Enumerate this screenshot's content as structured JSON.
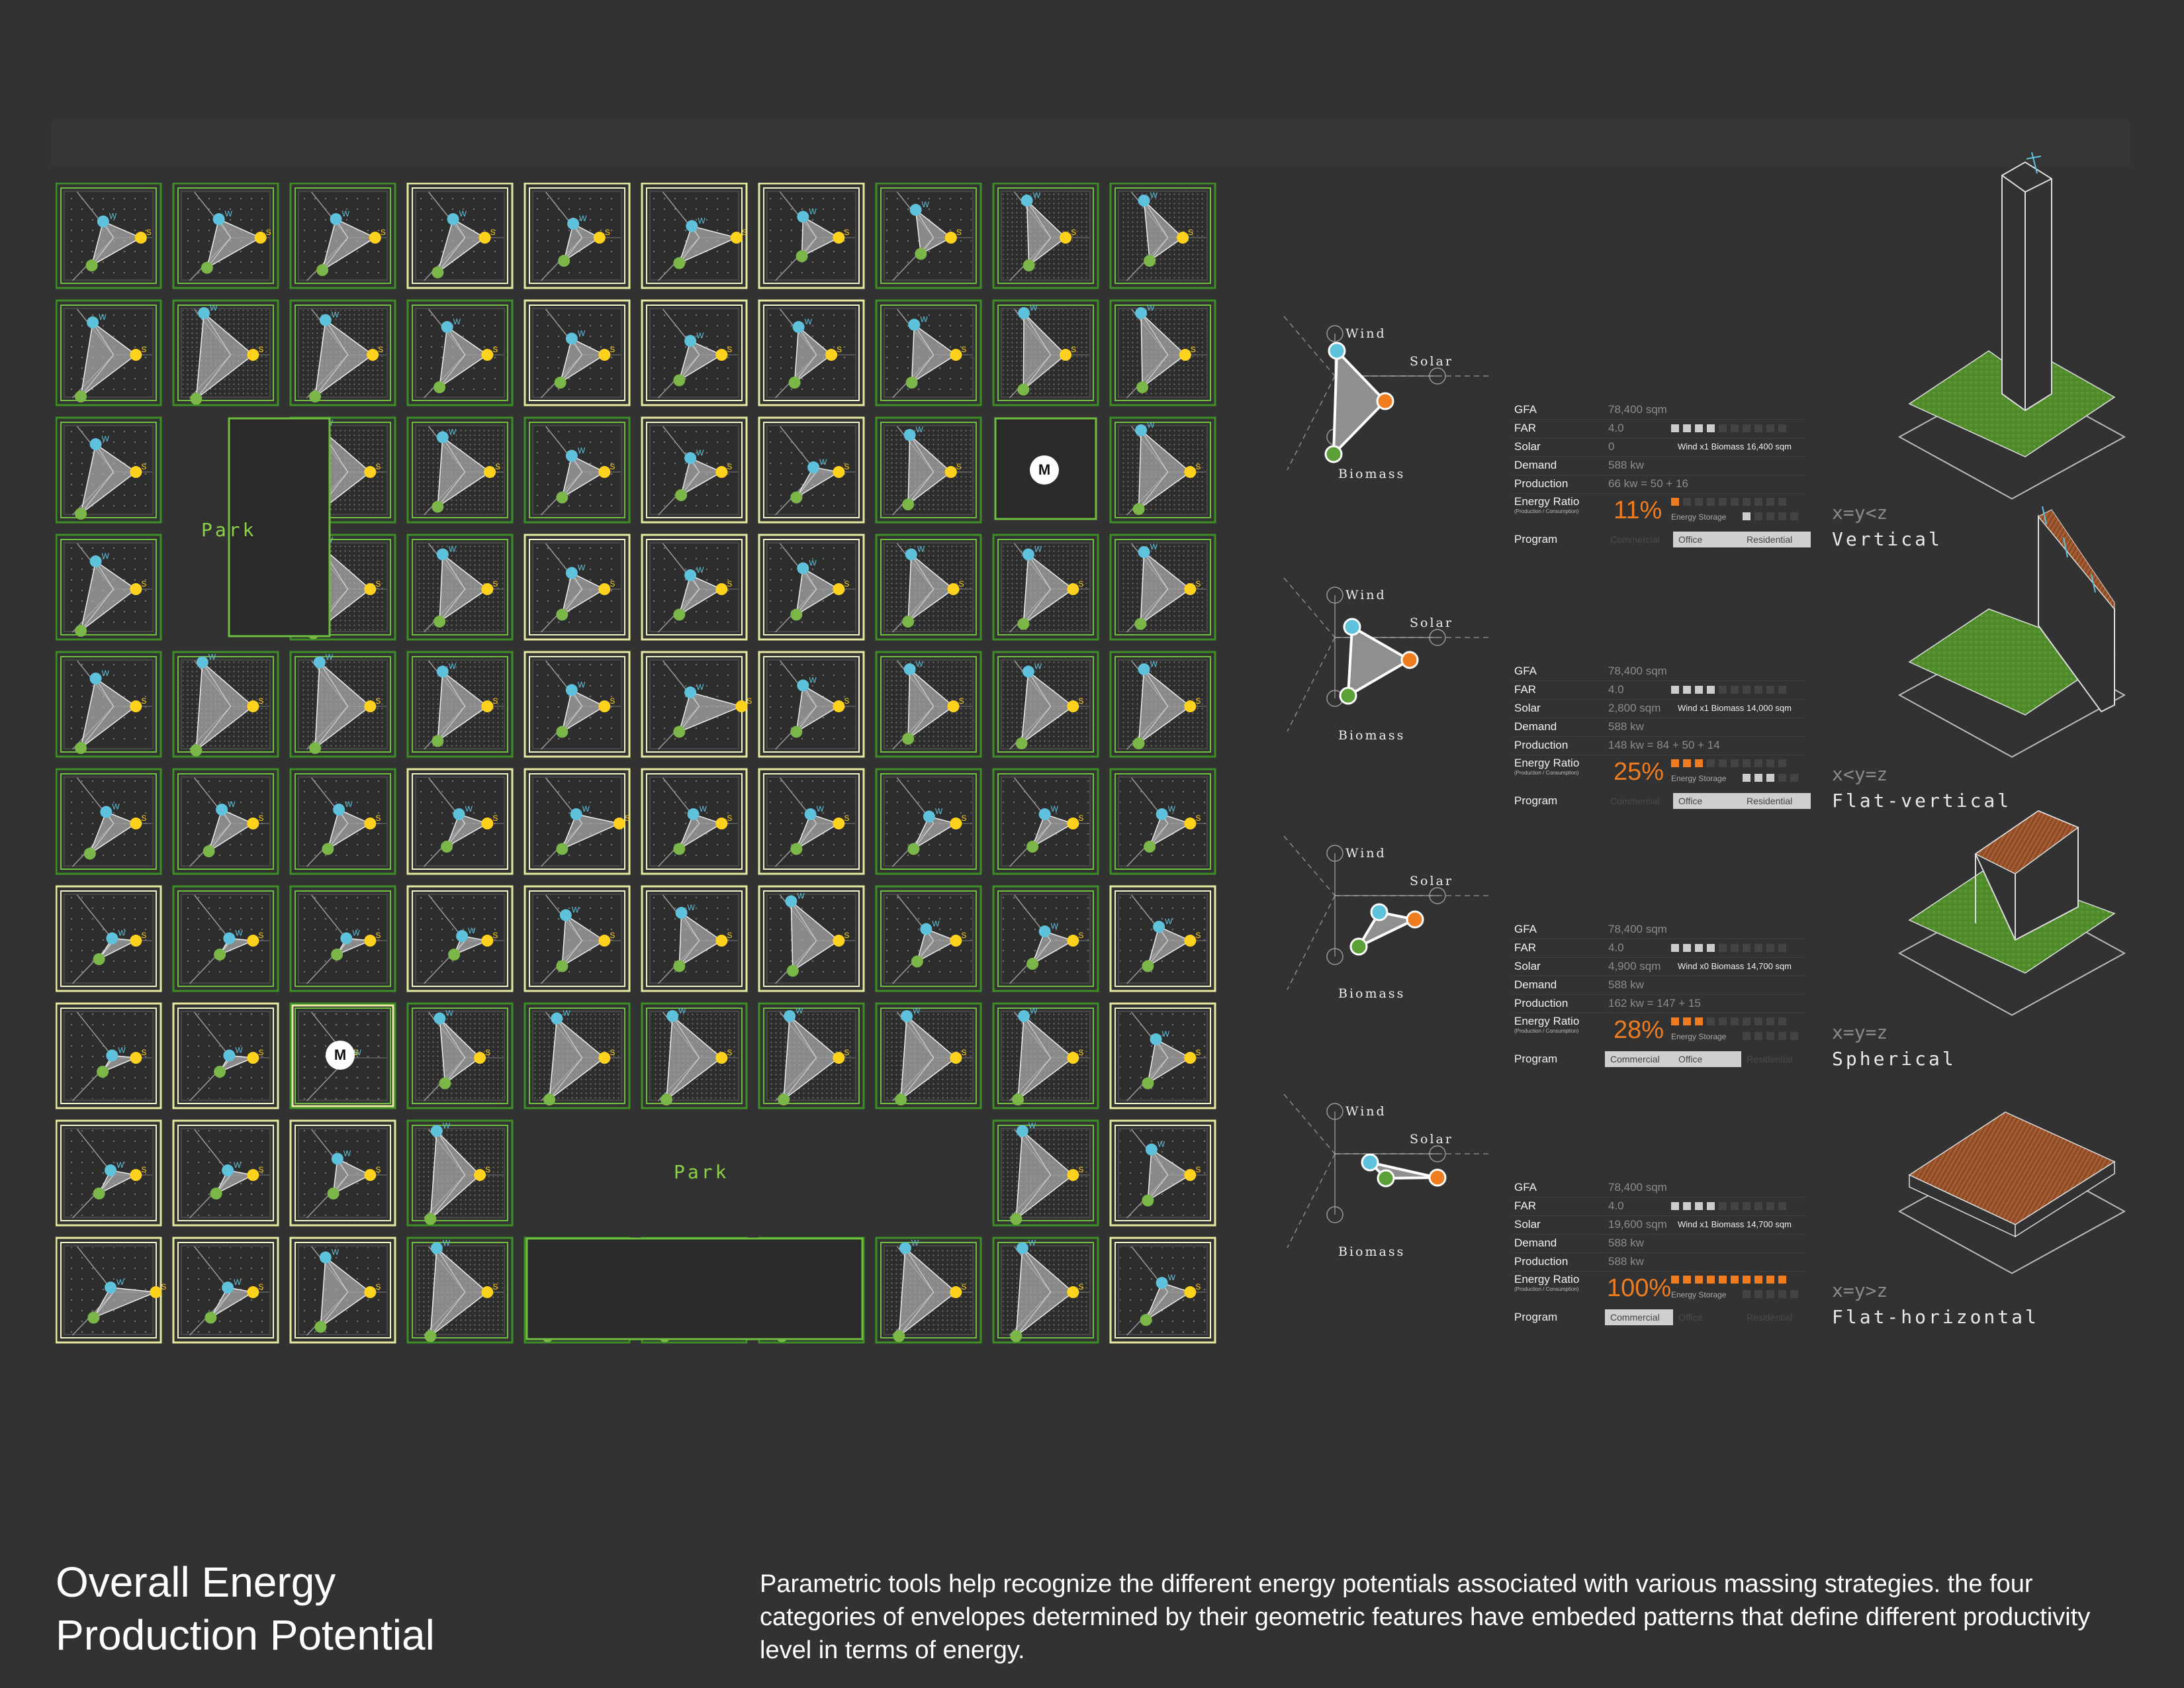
{
  "grid": {
    "park_label": "Park",
    "metro_label": "M",
    "axis_labels": {
      "wind": "W",
      "solar": "S"
    },
    "colors": {
      "wind": "#5fc2dc",
      "solar": "#ffd21e",
      "biomass": "#7ab648",
      "frame_green": "#3d8f25",
      "frame_yellow": "#e6e8a0"
    }
  },
  "strategies": [
    {
      "radar": {
        "wind": "Wind",
        "solar": "Solar",
        "biomass": "Biomass"
      },
      "rows": [
        {
          "key": "GFA",
          "value": "78,400 sqm"
        },
        {
          "key": "FAR",
          "value": "4.0"
        },
        {
          "key": "Solar",
          "value": "0"
        },
        {
          "key": "Demand",
          "value": "588 kw"
        },
        {
          "key": "Production",
          "value": "66 kw = 50 + 16"
        }
      ],
      "mix": "Wind x1 Biomass 16,400 sqm",
      "energy_ratio_label": "Energy Ratio",
      "energy_ratio_sub": "(Production / Consumption)",
      "ratio": "11%",
      "ratio_fraction": 0.11,
      "storage_label": "Energy Storage",
      "storage_level": 1,
      "far_level": 4,
      "program_label": "Program",
      "program": [
        {
          "label": "Commercial",
          "on": false
        },
        {
          "label": "Office",
          "on": true
        },
        {
          "label": "Residential",
          "on": true
        }
      ],
      "formula": "x=y<z",
      "name": "Vertical"
    },
    {
      "radar": {
        "wind": "Wind",
        "solar": "Solar",
        "biomass": "Biomass"
      },
      "rows": [
        {
          "key": "GFA",
          "value": "78,400 sqm"
        },
        {
          "key": "FAR",
          "value": "4.0"
        },
        {
          "key": "Solar",
          "value": "2,800 sqm"
        },
        {
          "key": "Demand",
          "value": "588 kw"
        },
        {
          "key": "Production",
          "value": "148 kw = 84 + 50 + 14"
        }
      ],
      "mix": "Wind x1 Biomass 14,000 sqm",
      "energy_ratio_label": "Energy Ratio",
      "energy_ratio_sub": "(Production / Consumption)",
      "ratio": "25%",
      "ratio_fraction": 0.25,
      "storage_label": "Energy Storage",
      "storage_level": 3,
      "far_level": 4,
      "program_label": "Program",
      "program": [
        {
          "label": "Commercial",
          "on": false
        },
        {
          "label": "Office",
          "on": true
        },
        {
          "label": "Residential",
          "on": true
        }
      ],
      "formula": "x<y=z",
      "name": "Flat-vertical"
    },
    {
      "radar": {
        "wind": "Wind",
        "solar": "Solar",
        "biomass": "Biomass"
      },
      "rows": [
        {
          "key": "GFA",
          "value": "78,400 sqm"
        },
        {
          "key": "FAR",
          "value": "4.0"
        },
        {
          "key": "Solar",
          "value": "4,900 sqm"
        },
        {
          "key": "Demand",
          "value": "588 kw"
        },
        {
          "key": "Production",
          "value": "162 kw = 147 + 15"
        }
      ],
      "mix": "Wind x0 Biomass 14,700 sqm",
      "energy_ratio_label": "Energy Ratio",
      "energy_ratio_sub": "(Production / Consumption)",
      "ratio": "28%",
      "ratio_fraction": 0.28,
      "storage_label": "Energy Storage",
      "storage_level": 0,
      "far_level": 4,
      "program_label": "Program",
      "program": [
        {
          "label": "Commercial",
          "on": true
        },
        {
          "label": "Office",
          "on": true
        },
        {
          "label": "Residential",
          "on": false
        }
      ],
      "formula": "x=y=z",
      "name": "Spherical"
    },
    {
      "radar": {
        "wind": "Wind",
        "solar": "Solar",
        "biomass": "Biomass"
      },
      "rows": [
        {
          "key": "GFA",
          "value": "78,400 sqm"
        },
        {
          "key": "FAR",
          "value": "4.0"
        },
        {
          "key": "Solar",
          "value": "19,600 sqm"
        },
        {
          "key": "Demand",
          "value": "588 kw"
        },
        {
          "key": "Production",
          "value": "588 kw"
        }
      ],
      "mix": "Wind x1 Biomass 14,700 sqm",
      "energy_ratio_label": "Energy Ratio",
      "energy_ratio_sub": "(Production / Consumption)",
      "ratio": "100%",
      "ratio_fraction": 1.0,
      "storage_label": "Energy Storage",
      "storage_level": 0,
      "far_level": 4,
      "program_label": "Program",
      "program": [
        {
          "label": "Commercial",
          "on": true
        },
        {
          "label": "Office",
          "on": false
        },
        {
          "label": "Residential",
          "on": false
        }
      ],
      "formula": "x=y>z",
      "name": "Flat-horizontal"
    }
  ],
  "footer": {
    "title_line1": "Overall Energy",
    "title_line2": "Production Potential",
    "description": "Parametric tools help recognize the different energy potentials associated with various massing strategies. the four categories of envelopes determined by their geometric features have embeded patterns that define different productivity level in terms of energy."
  }
}
